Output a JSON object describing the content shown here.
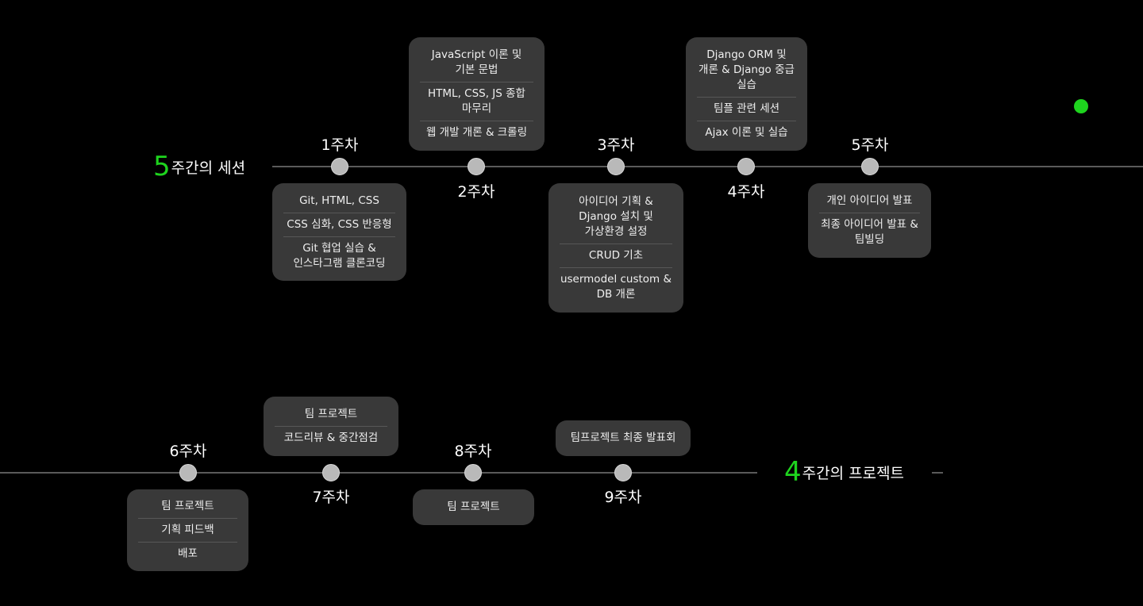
{
  "sessions": {
    "title_number": "5",
    "title_text": "주간의 세션",
    "weeks": [
      {
        "label": "1주차",
        "items": [
          "Git, HTML, CSS",
          "CSS 심화, CSS 반응형",
          "Git 협업 실습 &\n인스타그램 클론코딩"
        ]
      },
      {
        "label": "2주차",
        "items": [
          "JavaScript 이론 및\n기본 문법",
          "HTML, CSS, JS 종합\n마무리",
          "웹 개발 개론 & 크롤링"
        ]
      },
      {
        "label": "3주차",
        "items": [
          "아이디어 기획 &\nDjango 설치 및\n가상환경 설정",
          "CRUD 기초",
          "usermodel custom &\nDB 개론"
        ]
      },
      {
        "label": "4주차",
        "items": [
          "Django ORM 및\n개론 & Django 중급\n실습",
          "팀플 관련 세션",
          "Ajax 이론 및 실습"
        ]
      },
      {
        "label": "5주차",
        "items": [
          "개인 아이디어 발표",
          "최종 아이디어 발표 &\n팀빌딩"
        ]
      }
    ]
  },
  "projects": {
    "title_number": "4",
    "title_text": "주간의 프로젝트",
    "weeks": [
      {
        "label": "6주차",
        "items": [
          "팀 프로젝트",
          "기획 피드백",
          "배포"
        ]
      },
      {
        "label": "7주차",
        "items": [
          "팀 프로젝트",
          "코드리뷰 & 중간점검"
        ]
      },
      {
        "label": "8주차",
        "items": [
          "팀 프로젝트"
        ]
      },
      {
        "label": "9주차",
        "items": [
          "팀프로젝트 최종 발표회"
        ]
      }
    ]
  },
  "colors": {
    "accent": "#1ed41e",
    "background": "#000000",
    "card": "#393939",
    "dot": "#b9b9b9"
  }
}
